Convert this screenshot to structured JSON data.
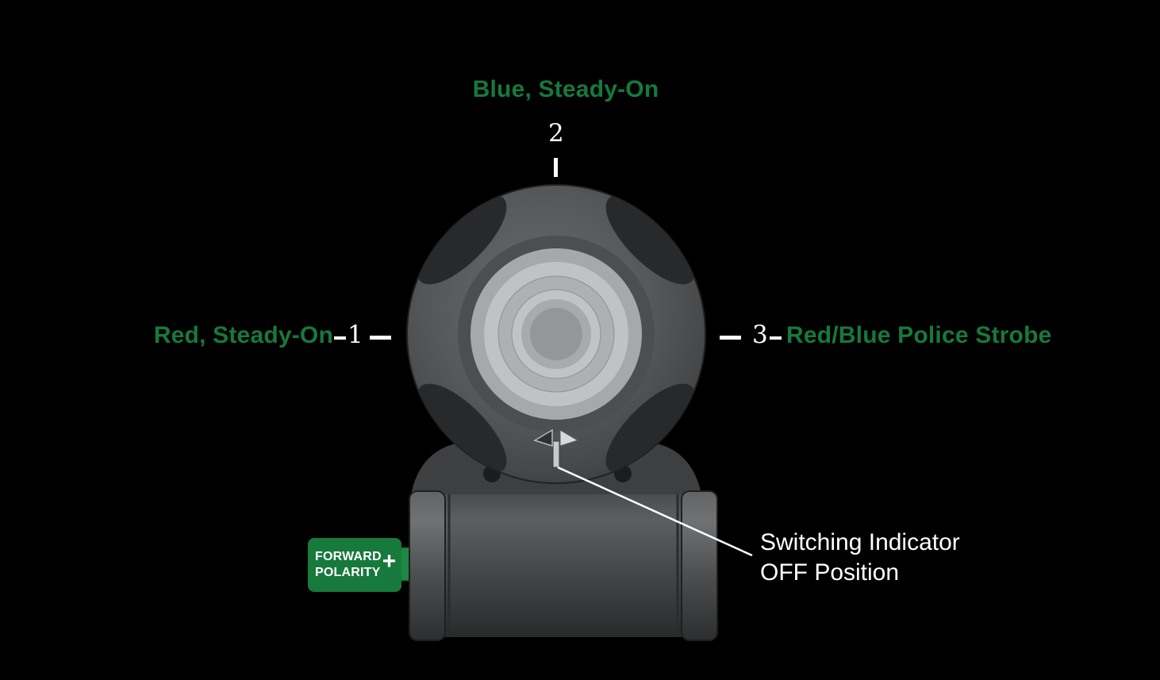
{
  "colors": {
    "background": "#000000",
    "accent_green": "#17793c",
    "text_white": "#ffffff",
    "device_dark_gray": "#393a3c",
    "lens_light_gray": "#c0c2c4"
  },
  "positions": {
    "top": {
      "label": "Blue, Steady-On",
      "number": "2"
    },
    "left": {
      "label": "Red, Steady-On",
      "number": "1"
    },
    "right": {
      "label": "Red/Blue Police Strobe",
      "number": "3"
    }
  },
  "callout": {
    "line1": "Switching Indicator",
    "line2": "OFF Position"
  },
  "badge": {
    "line1": "FORWARD",
    "line2": "POLARITY",
    "plus": "+"
  }
}
